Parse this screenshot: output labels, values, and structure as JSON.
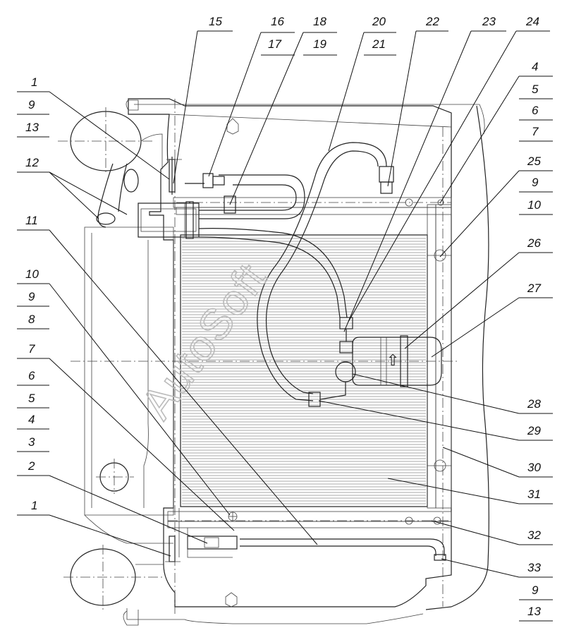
{
  "watermark": "AutoSoft",
  "arrow_glyph": "⇧",
  "labels": {
    "l15": "15",
    "l16": "16",
    "l17": "17",
    "l18": "18",
    "l19": "19",
    "l20": "20",
    "l21": "21",
    "l22": "22",
    "l23": "23",
    "l24": "24",
    "l4_tr": "4",
    "l5_tr": "5",
    "l6_tr": "6",
    "l7_tr": "7",
    "l25": "25",
    "l9_r1": "9",
    "l10_r": "10",
    "l26": "26",
    "l27": "27",
    "l28": "28",
    "l29": "29",
    "l30": "30",
    "l31": "31",
    "l32": "32",
    "l33": "33",
    "l9_r2": "9",
    "l13_r": "13",
    "l1_tl": "1",
    "l9_l1": "9",
    "l13_l": "13",
    "l12": "12",
    "l11": "11",
    "l10_l": "10",
    "l9_l2": "9",
    "l8_l": "8",
    "l7_l": "7",
    "l6_l": "6",
    "l5_l": "5",
    "l4_l": "4",
    "l3_l": "3",
    "l2_l": "2",
    "l1_bl": "1"
  }
}
